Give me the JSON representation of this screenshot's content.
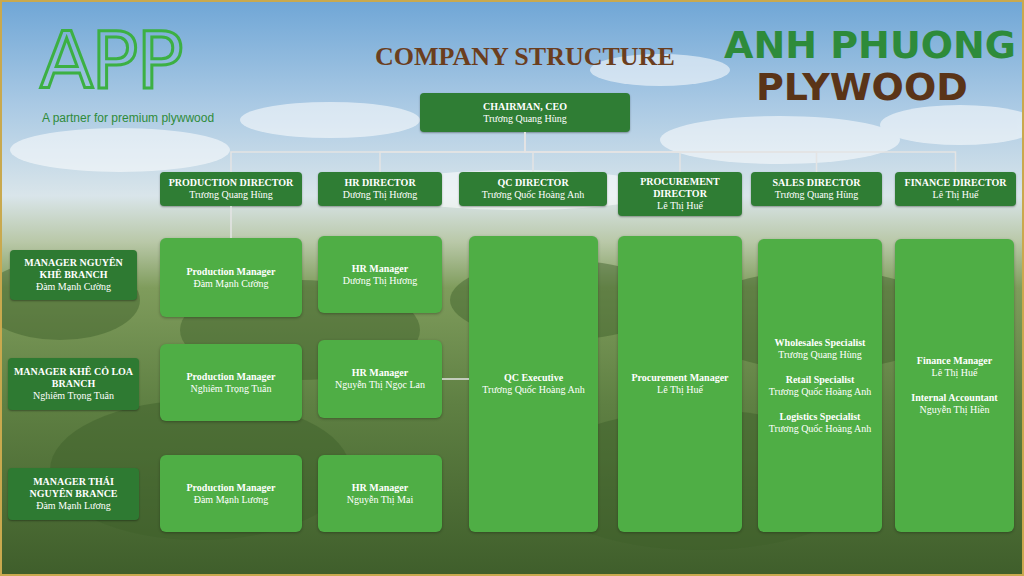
{
  "diagram": {
    "title": "COMPANY STRUCTURE",
    "nodes": [
      {
        "text": [
          "CHAIRMAN, CEO",
          "Trương Quang Hùng"
        ]
      },
      {
        "text": [
          "PRODUCTION DIRECTOR",
          "Trương Quang Hùng"
        ]
      },
      {
        "text": [
          "HR DIRECTOR",
          "Dương Thị Hương"
        ]
      },
      {
        "text": [
          "QC DIRECTOR",
          "Trương Quốc Hoàng Anh"
        ]
      },
      {
        "text": [
          "PROCUREMENT DIRECTOR",
          "Lê Thị Huế"
        ]
      },
      {
        "text": [
          "SALES DIRECTOR",
          "Trương Quang Hùng"
        ]
      },
      {
        "text": [
          "FINANCE DIRECTOR",
          "Lê Thị Huế"
        ]
      },
      {
        "text": [
          "MANAGER NGUYÊN KHÊ BRANCH",
          "Đàm Mạnh Cường"
        ]
      },
      {
        "text": [
          "Production Manager",
          "Đàm Mạnh Cường"
        ]
      },
      {
        "text": [
          "HR Manager",
          "Dương Thị Hương"
        ]
      },
      {
        "text": [
          "QC Executive",
          "Trương Quốc Hoàng Anh"
        ]
      },
      {
        "text": [
          "Procurement Manager",
          "Lê Thị Huế"
        ]
      },
      {
        "text": [
          "Wholesales Specialist",
          "Trương Quang Hùng",
          "Retail Specialist",
          "Trương Quốc Hoàng Anh",
          "Logistics Specialist",
          "Trương Quốc Hoàng Anh"
        ]
      },
      {
        "text": [
          "Finance Manager",
          "Lê Thị Huế",
          "Internal Accountant",
          "Nguyễn Thị Hiền"
        ]
      },
      {
        "text": [
          "MANAGER KHÊ CỎ LOA BRANCH",
          "Nghiêm Trọng Tuân"
        ]
      },
      {
        "text": [
          "Production Manager",
          "Nghiêm Trọng Tuân"
        ]
      },
      {
        "text": [
          "HR Manager",
          "Nguyễn Thị Ngọc Lan"
        ]
      },
      {
        "text": [
          "MANAGER THÁI NGUYÊN BRANCE",
          "Đàm Mạnh Lương"
        ]
      },
      {
        "text": [
          "Production Manager",
          "Đàm Mạnh Lương"
        ]
      },
      {
        "text": [
          "HR Manager",
          "Nguyễn Thị Mai"
        ]
      }
    ],
    "edges": [
      {
        "from": 0,
        "to": 1,
        "arrow": "none"
      },
      {
        "from": 0,
        "to": 2,
        "arrow": "none"
      },
      {
        "from": 0,
        "to": 3,
        "arrow": "none"
      },
      {
        "from": 0,
        "to": 4,
        "arrow": "none"
      },
      {
        "from": 0,
        "to": 5,
        "arrow": "none"
      },
      {
        "from": 0,
        "to": 6,
        "arrow": "none"
      },
      {
        "from": 1,
        "to": 8,
        "arrow": "none"
      },
      {
        "from": 16,
        "to": 10,
        "arrow": "none"
      }
    ],
    "labels": [
      "APP",
      "A partner for premium plywwood",
      "ANH PHUONG",
      "PLYWOOD"
    ]
  }
}
